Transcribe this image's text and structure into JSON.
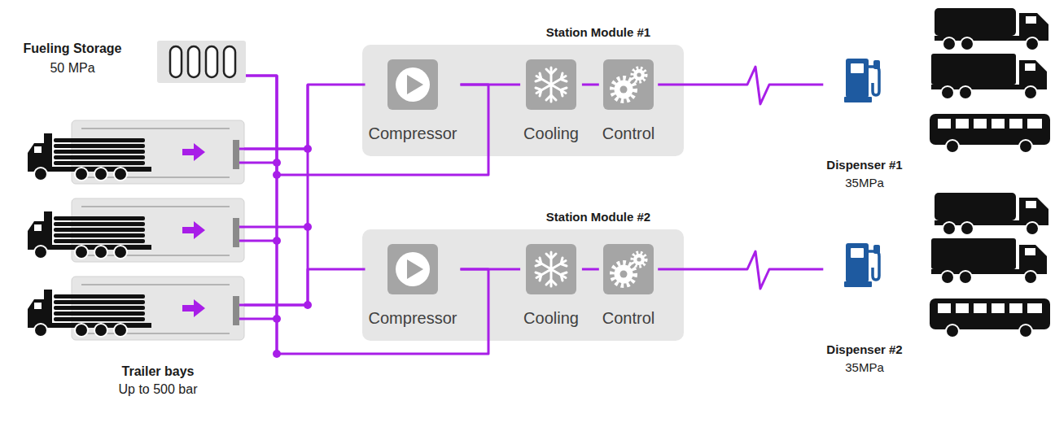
{
  "diagram": {
    "nodes": [
      {
        "text": [
          "Fueling Storage",
          "50 MPa"
        ]
      },
      {
        "text": [
          "Trailer bays",
          "Up to 500 bar"
        ]
      },
      {
        "text": [
          "Station Module #1"
        ]
      },
      {
        "text": [
          "Compressor"
        ],
        "in": 2
      },
      {
        "text": [
          "Cooling"
        ],
        "in": 2
      },
      {
        "text": [
          "Control"
        ],
        "in": 2
      },
      {
        "text": [
          "Station Module #2"
        ]
      },
      {
        "text": [
          "Compressor"
        ],
        "in": 6
      },
      {
        "text": [
          "Cooling"
        ],
        "in": 6
      },
      {
        "text": [
          "Control"
        ],
        "in": 6
      },
      {
        "text": [
          "Dispenser #1",
          "35MPa"
        ]
      },
      {
        "text": [
          "Dispenser #2",
          "35MPa"
        ]
      }
    ],
    "edges": [
      {
        "from": 0,
        "to": 3,
        "arrow": "none"
      },
      {
        "from": 0,
        "to": 7,
        "arrow": "none"
      },
      {
        "from": 1,
        "to": 3,
        "arrow": "none"
      },
      {
        "from": 1,
        "to": 7,
        "arrow": "none"
      },
      {
        "from": 3,
        "to": 4,
        "arrow": "none"
      },
      {
        "from": 4,
        "to": 5,
        "arrow": "none"
      },
      {
        "from": 5,
        "to": 10,
        "arrow": "none"
      },
      {
        "from": 7,
        "to": 8,
        "arrow": "none"
      },
      {
        "from": 8,
        "to": 9,
        "arrow": "none"
      },
      {
        "from": 9,
        "to": 11,
        "arrow": "none"
      }
    ]
  }
}
